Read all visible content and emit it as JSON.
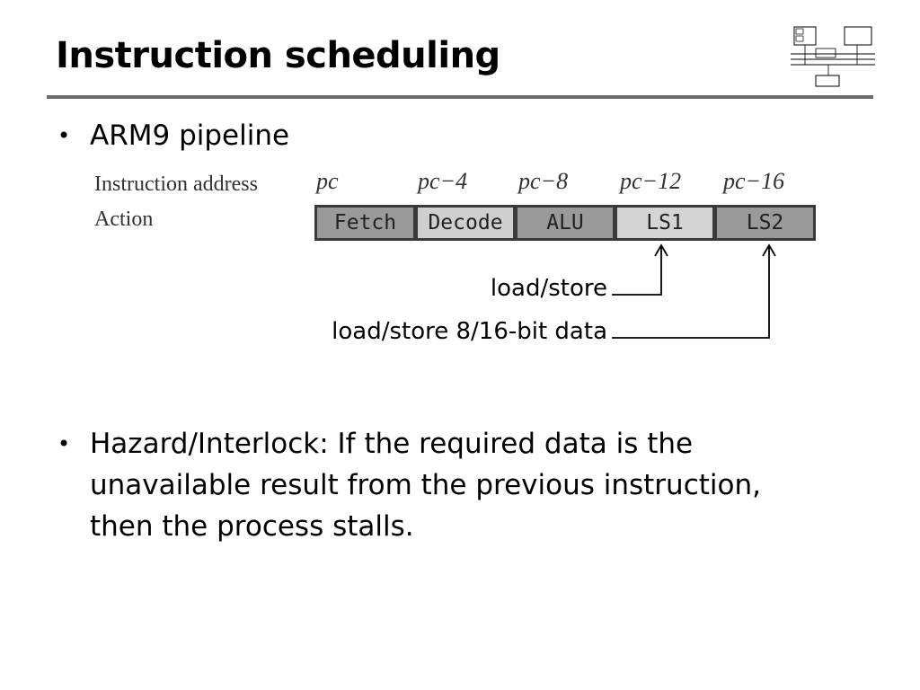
{
  "slide": {
    "title": "Instruction scheduling"
  },
  "bullets": [
    {
      "text": "ARM9 pipeline"
    },
    {
      "text": "Hazard/Interlock: If the required data is the unavailable result from the previous instruction, then the process stalls."
    }
  ],
  "bullet_marker": "•",
  "diagram": {
    "row_labels": {
      "address": "Instruction address",
      "action": "Action"
    },
    "stages": [
      {
        "address": "pc",
        "name": "Fetch",
        "fill": "#9a9a9a"
      },
      {
        "address": "pc−4",
        "name": "Decode",
        "fill": "#cfcfcf"
      },
      {
        "address": "pc−8",
        "name": "ALU",
        "fill": "#9a9a9a"
      },
      {
        "address": "pc−12",
        "name": "LS1",
        "fill": "#d4d4d4"
      },
      {
        "address": "pc−16",
        "name": "LS2",
        "fill": "#9a9a9a"
      }
    ],
    "annotations": [
      {
        "text": "load/store",
        "points_to": "LS1"
      },
      {
        "text": "load/store 8/16-bit data",
        "points_to": "LS2"
      }
    ]
  },
  "colors": {
    "title_rule": "#6b6b6b",
    "stage_border": "#3a3a3a"
  }
}
